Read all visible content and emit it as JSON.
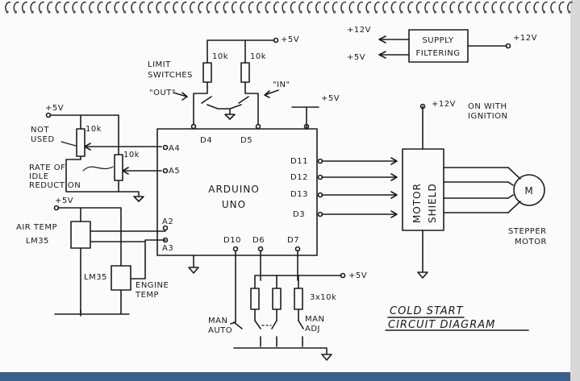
{
  "title": {
    "line1": "COLD START",
    "line2": "CIRCUIT DIAGRAM"
  },
  "supply": {
    "label1": "SUPPLY",
    "label2": "FILTERING",
    "in_voltage": "+12V",
    "out_12v": "+12V",
    "out_5v": "+5V"
  },
  "arduino": {
    "label1": "ARDUINO",
    "label2": "UNO",
    "pins": {
      "d4": "D4",
      "d5": "D5",
      "a4": "A4",
      "a5": "A5",
      "a2": "A2",
      "a3": "A3",
      "d11": "D11",
      "d12": "D12",
      "d13": "D13",
      "d3": "D3",
      "d10": "D10",
      "d6": "D6",
      "d7": "D7"
    }
  },
  "power": {
    "top": "+5V",
    "arduino_top": "+5V",
    "left": "+5V",
    "airtemp_supply": "+5V",
    "pullups_supply": "+5V",
    "shield_supply": "+12V"
  },
  "limit_switches": {
    "label1": "LIMIT",
    "label2": "SWITCHES",
    "out": "\"OUT\"",
    "in": "\"IN\"",
    "r1": "10k",
    "r2": "10k"
  },
  "pots": {
    "not_used1": "NOT",
    "not_used2": "USED",
    "r1": "10k",
    "r2": "10k",
    "idle1": "RATE OF",
    "idle2": "IDLE",
    "idle3": "REDUCTION"
  },
  "sensors": {
    "air1": "AIR TEMP",
    "air2": "LM35",
    "eng_part": "LM35",
    "eng1": "ENGINE",
    "eng2": "TEMP"
  },
  "motor": {
    "shield1": "MOTOR",
    "shield2": "SHIELD",
    "m": "M",
    "stepper1": "STEPPER",
    "stepper2": "MOTOR",
    "ign1": "ON WITH",
    "ign2": "IGNITION"
  },
  "switches": {
    "resistors": "3x10k",
    "man_auto1": "MAN",
    "man_auto2": "AUTO",
    "man_adj1": "MAN",
    "man_adj2": "ADJ"
  }
}
